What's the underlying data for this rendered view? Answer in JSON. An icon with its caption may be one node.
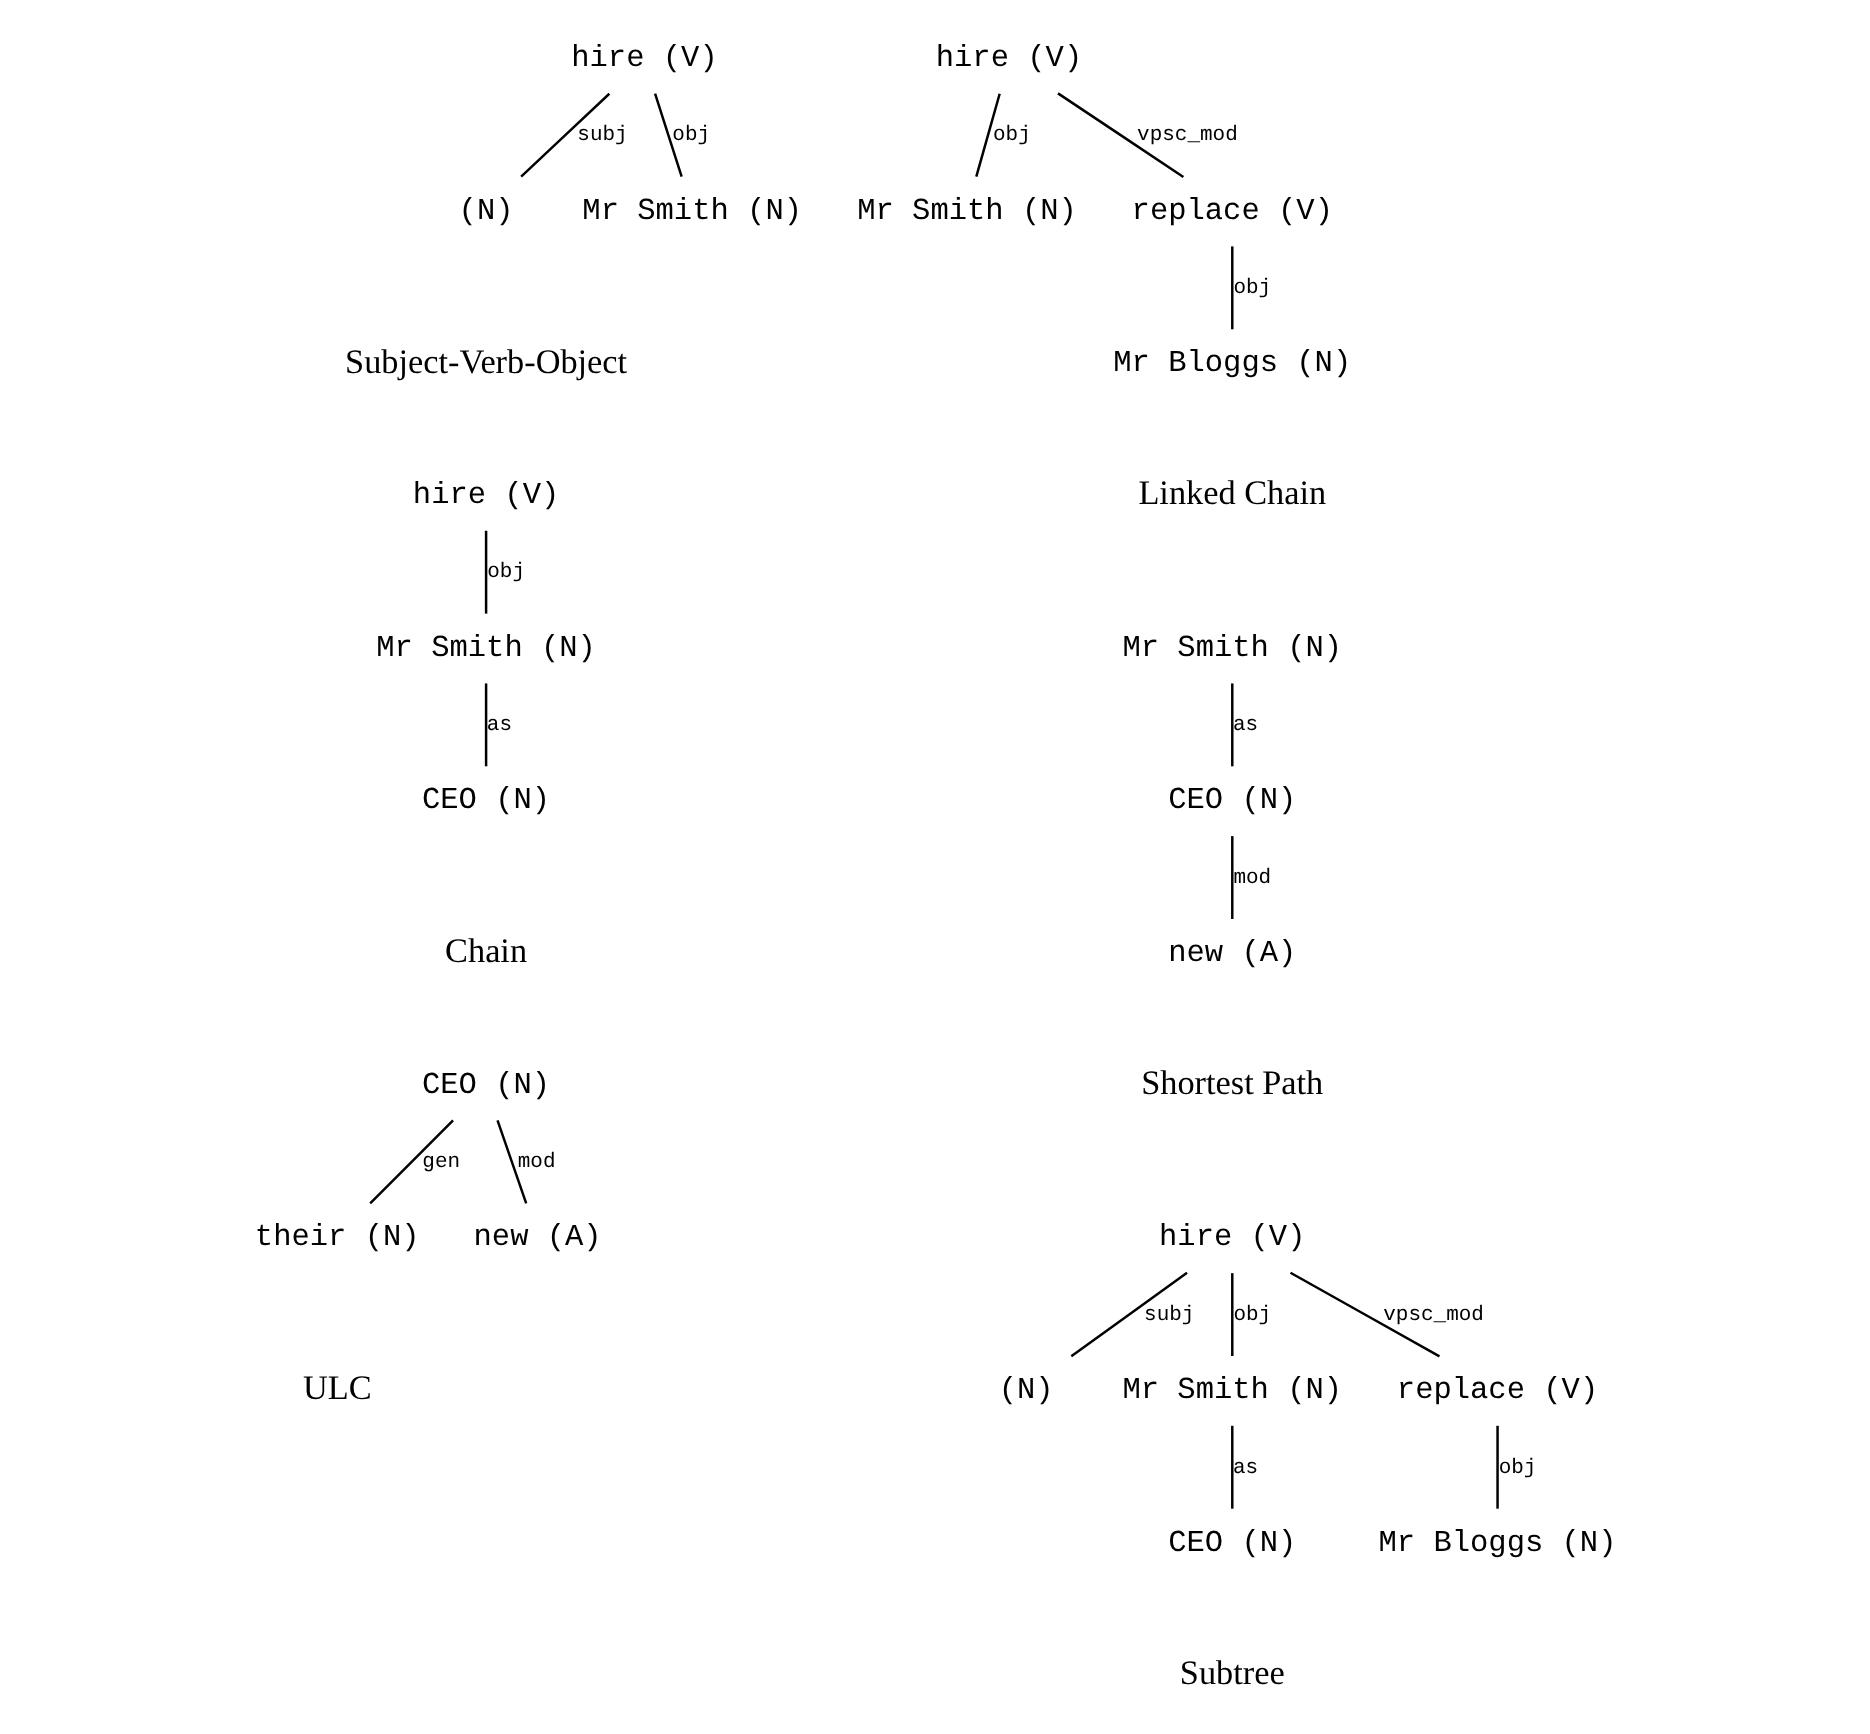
{
  "diagram": {
    "nodes": [
      {
        "text": [
          "hire (V)"
        ]
      },
      {
        "text": [
          "(N)"
        ]
      },
      {
        "text": [
          "Mr Smith (N)"
        ]
      },
      {
        "text": [
          "hire (V)"
        ]
      },
      {
        "text": [
          "Mr Smith (N)"
        ]
      },
      {
        "text": [
          "replace (V)"
        ]
      },
      {
        "text": [
          "Mr Bloggs (N)"
        ]
      },
      {
        "text": [
          "hire (V)"
        ]
      },
      {
        "text": [
          "Mr Smith (N)"
        ]
      },
      {
        "text": [
          "CEO (N)"
        ]
      },
      {
        "text": [
          "Mr Smith (N)"
        ]
      },
      {
        "text": [
          "CEO (N)"
        ]
      },
      {
        "text": [
          "new (A)"
        ]
      },
      {
        "text": [
          "CEO (N)"
        ]
      },
      {
        "text": [
          "their (N)"
        ]
      },
      {
        "text": [
          "new (A)"
        ]
      },
      {
        "text": [
          "hire (V)"
        ]
      },
      {
        "text": [
          "(N)"
        ]
      },
      {
        "text": [
          "Mr Smith (N)"
        ]
      },
      {
        "text": [
          "replace (V)"
        ]
      },
      {
        "text": [
          "CEO (N)"
        ]
      },
      {
        "text": [
          "Mr Bloggs (N)"
        ]
      }
    ],
    "edges": [
      {
        "from": 0,
        "to": 1,
        "arrow": "none",
        "label": "subj"
      },
      {
        "from": 0,
        "to": 2,
        "arrow": "none",
        "label": "obj"
      },
      {
        "from": 3,
        "to": 4,
        "arrow": "none",
        "label": "obj"
      },
      {
        "from": 3,
        "to": 5,
        "arrow": "none",
        "label": "vpsc_mod"
      },
      {
        "from": 5,
        "to": 6,
        "arrow": "none",
        "label": "obj"
      },
      {
        "from": 7,
        "to": 8,
        "arrow": "none",
        "label": "obj"
      },
      {
        "from": 8,
        "to": 9,
        "arrow": "none",
        "label": "as"
      },
      {
        "from": 10,
        "to": 11,
        "arrow": "none",
        "label": "as"
      },
      {
        "from": 11,
        "to": 12,
        "arrow": "none",
        "label": "mod"
      },
      {
        "from": 13,
        "to": 14,
        "arrow": "none",
        "label": "gen"
      },
      {
        "from": 13,
        "to": 15,
        "arrow": "none",
        "label": "mod"
      },
      {
        "from": 16,
        "to": 17,
        "arrow": "none",
        "label": "subj"
      },
      {
        "from": 16,
        "to": 18,
        "arrow": "none",
        "label": "obj"
      },
      {
        "from": 16,
        "to": 19,
        "arrow": "none",
        "label": "vpsc_mod"
      },
      {
        "from": 18,
        "to": 20,
        "arrow": "none",
        "label": "as"
      },
      {
        "from": 19,
        "to": 21,
        "arrow": "none",
        "label": "obj"
      }
    ],
    "labels": [
      "Subject-Verb-Object",
      "Linked Chain",
      "Chain",
      "Shortest Path",
      "ULC",
      "Subtree"
    ]
  }
}
